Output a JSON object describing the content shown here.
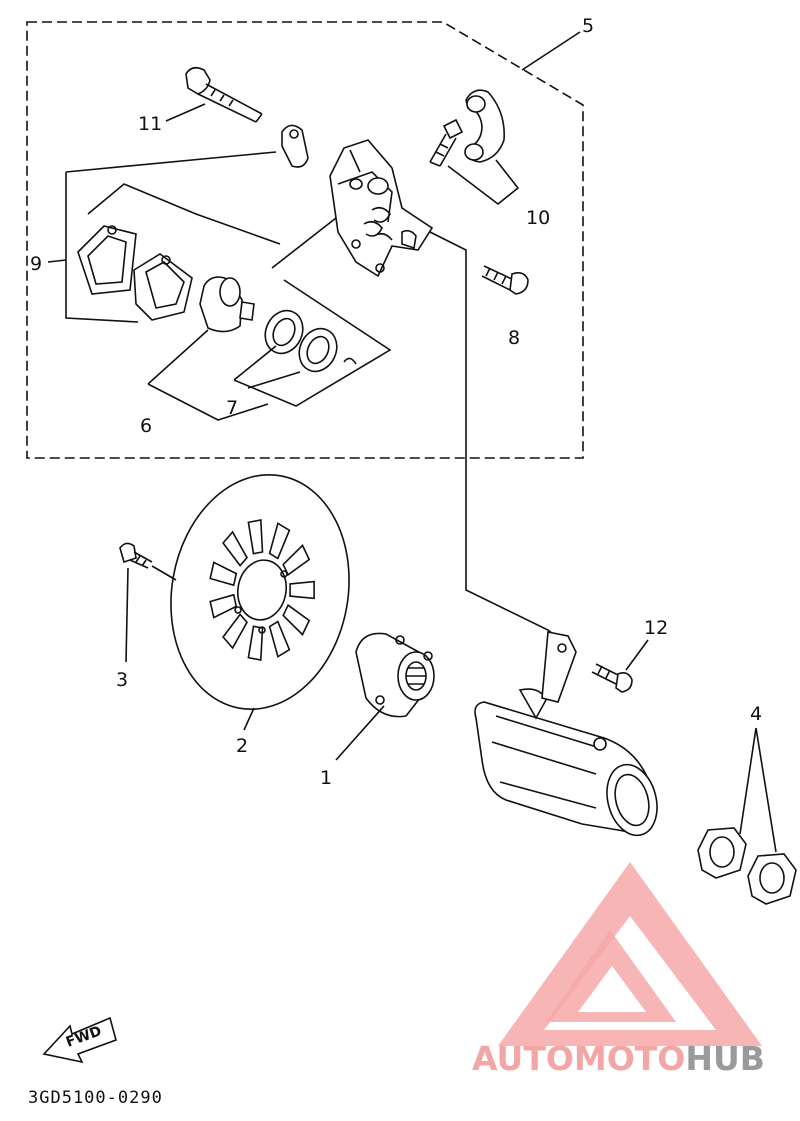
{
  "callouts": {
    "c1": "1",
    "c2": "2",
    "c3": "3",
    "c4": "4",
    "c5": "5",
    "c6": "6",
    "c7": "7",
    "c8": "8",
    "c9": "9",
    "c10": "10",
    "c11": "11",
    "c12": "12"
  },
  "direction_tag": "FWD",
  "drawing_code": "3GD5100-0290",
  "watermark": {
    "part1": "AUTOMOTO",
    "part2": "HUB"
  },
  "colors": {
    "line": "#111111",
    "watermark_red": "#f4a6a6",
    "watermark_gray": "#9a9a9a"
  }
}
